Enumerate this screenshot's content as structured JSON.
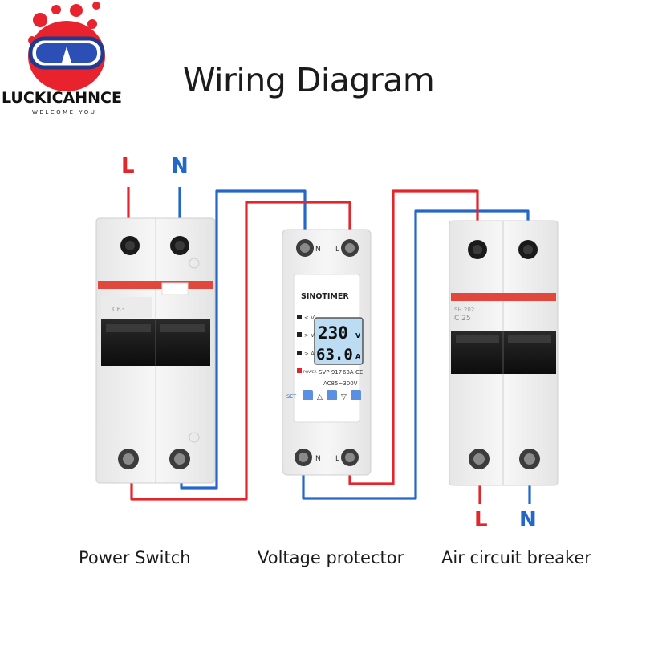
{
  "title": "Wiring Diagram",
  "brand": {
    "name": "LUCKICAHNCE",
    "tagline": "WELCOME YOU"
  },
  "terminals": {
    "input_live": "L",
    "input_neutral": "N",
    "output_live": "L",
    "output_neutral": "N"
  },
  "devices": {
    "power_switch": {
      "caption": "Power Switch",
      "marks": [
        "C63"
      ]
    },
    "voltage_protector": {
      "caption": "Voltage protector",
      "brand": "SINOTIMER",
      "voltage_display": "230",
      "voltage_unit": "V",
      "current_display": "63.0",
      "current_unit": "A",
      "model": "SVP-917",
      "rating": "63A",
      "ce_mark": "CE",
      "range": "AC85~300V",
      "indicators": [
        "< V",
        "> V",
        "> A",
        "POWER"
      ],
      "buttons": {
        "set": "SET",
        "up": "△",
        "down": "▽"
      },
      "terminal_labels": [
        "N",
        "L"
      ]
    },
    "air_circuit_breaker": {
      "caption": "Air circuit breaker",
      "marks": [
        "SH 202",
        "C 25"
      ]
    }
  },
  "colors": {
    "live_wire": "#e3262b",
    "neutral_wire": "#2467c9",
    "device_body": "#f1f1f1",
    "stripe": "#e1473c"
  }
}
